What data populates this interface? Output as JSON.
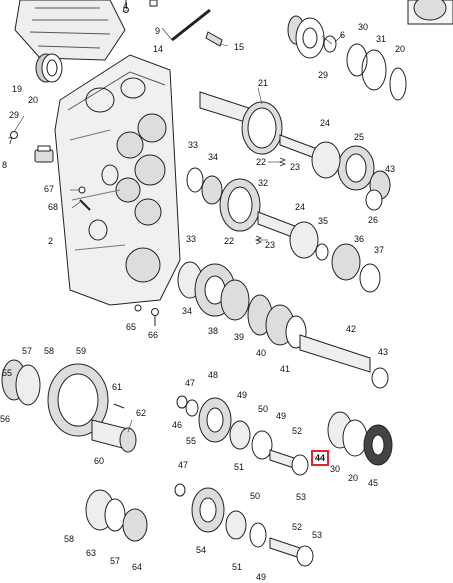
{
  "diagram": {
    "highlight_color": "#e0262a",
    "highlighted_part": "44",
    "callouts": {
      "c2": "2",
      "c4": "4",
      "c6": "6",
      "c7": "7",
      "c8": "8",
      "c9": "9",
      "c14": "14",
      "c15": "15",
      "c19": "19",
      "c20a": "20",
      "c20b": "20",
      "c21": "21",
      "c22a": "22",
      "c22b": "22",
      "c23a": "23",
      "c23b": "23",
      "c24a": "24",
      "c24b": "24",
      "c25": "25",
      "c26": "26",
      "c29a": "29",
      "c29b": "29",
      "c30a": "30",
      "c30b": "30",
      "c31": "31",
      "c32": "32",
      "c33a": "33",
      "c33b": "33",
      "c34a": "34",
      "c34b": "34",
      "c35": "35",
      "c36": "36",
      "c37": "37",
      "c38": "38",
      "c39": "39",
      "c40": "40",
      "c41": "41",
      "c42": "42",
      "c43a": "43",
      "c43b": "43",
      "c45": "45",
      "c46": "46",
      "c47a": "47",
      "c47b": "47",
      "c48": "48",
      "c49a": "49",
      "c49b": "49",
      "c49c": "49",
      "c50a": "50",
      "c50b": "50",
      "c51a": "51",
      "c51b": "51",
      "c52a": "52",
      "c52b": "52",
      "c53a": "53",
      "c53b": "53",
      "c54": "54",
      "c55": "55",
      "c56": "56",
      "c57a": "57",
      "c57b": "57",
      "c58a": "58",
      "c58b": "58",
      "c59": "59",
      "c60": "60",
      "c61": "61",
      "c62": "62",
      "c63": "63",
      "c64": "64",
      "c65": "65",
      "c66": "66",
      "c67": "67",
      "c68": "68",
      "c20c": "20"
    }
  }
}
